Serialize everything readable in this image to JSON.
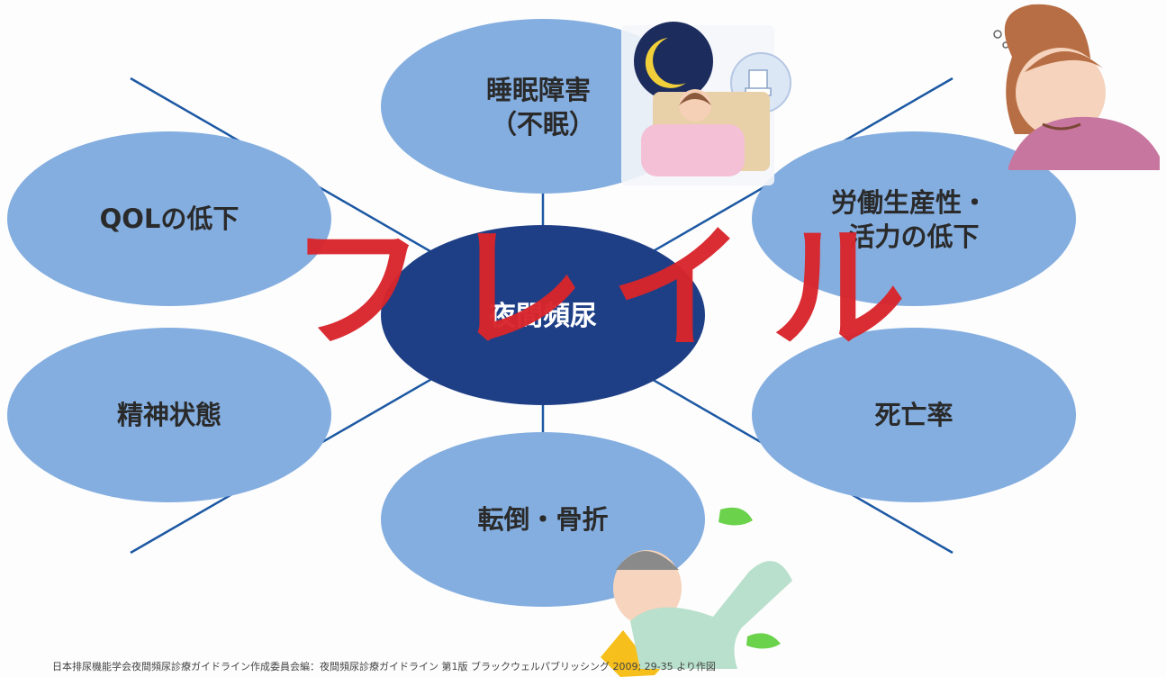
{
  "diagram": {
    "center": "夜間頻尿",
    "nodes": {
      "top": [
        "睡眠障害",
        "（不眠）"
      ],
      "top_right": [
        "労働生産性・",
        "活力の低下"
      ],
      "right": [
        "死亡率"
      ],
      "bottom": [
        "転倒・骨折"
      ],
      "left": [
        "精神状態"
      ],
      "top_left": [
        "QOLの低下"
      ]
    },
    "overlay": "フレイル",
    "footer": "日本排尿機能学会夜間頻尿診療ガイドライン作成委員会編：夜間頻尿診療ガイドライン 第1版 ブラックウェルパブリッシング 2009; 29-35 より作図"
  },
  "colors": {
    "oval_fill": "#84aee0",
    "center_fill": "#1e3f86",
    "line": "#1c58a3",
    "overlay_red": "#d9252b",
    "text_dark": "#2a2a2a"
  },
  "icons": {
    "top_illustration": "sleeping-woman-night-toilet-icon",
    "top_right_illustration": "sleepy-woman-icon",
    "bottom_illustration": "falling-elderly-man-icon"
  }
}
